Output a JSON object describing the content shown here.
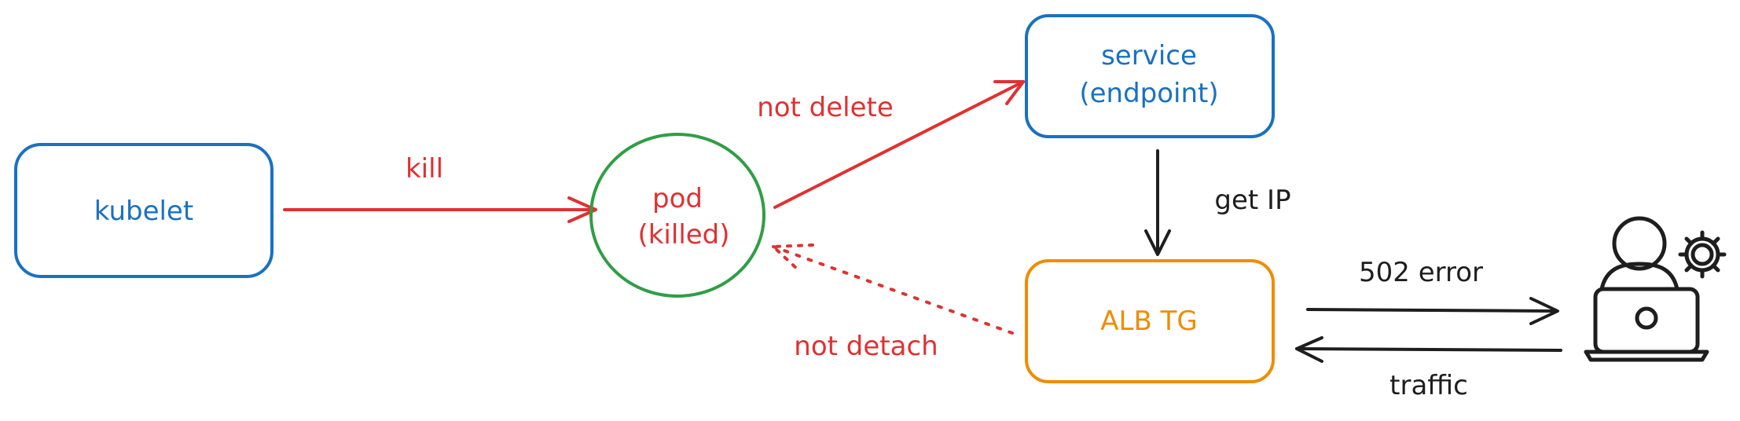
{
  "colors": {
    "blue": "#1971c2",
    "red": "#e03131",
    "green": "#2f9e44",
    "orange": "#f08c00",
    "dark": "#1e1e1e"
  },
  "nodes": {
    "kubelet": "kubelet",
    "pod_line1": "pod",
    "pod_line2": "(killed)",
    "service_line1": "service",
    "service_line2": "(endpoint)",
    "alb": "ALB TG"
  },
  "edges": {
    "kill": "kill",
    "not_delete": "not delete",
    "get_ip": "get IP",
    "not_detach": "not detach",
    "error": "502 error",
    "traffic": "traffic"
  },
  "icons": {
    "user": "user-with-laptop-and-gear-icon"
  }
}
